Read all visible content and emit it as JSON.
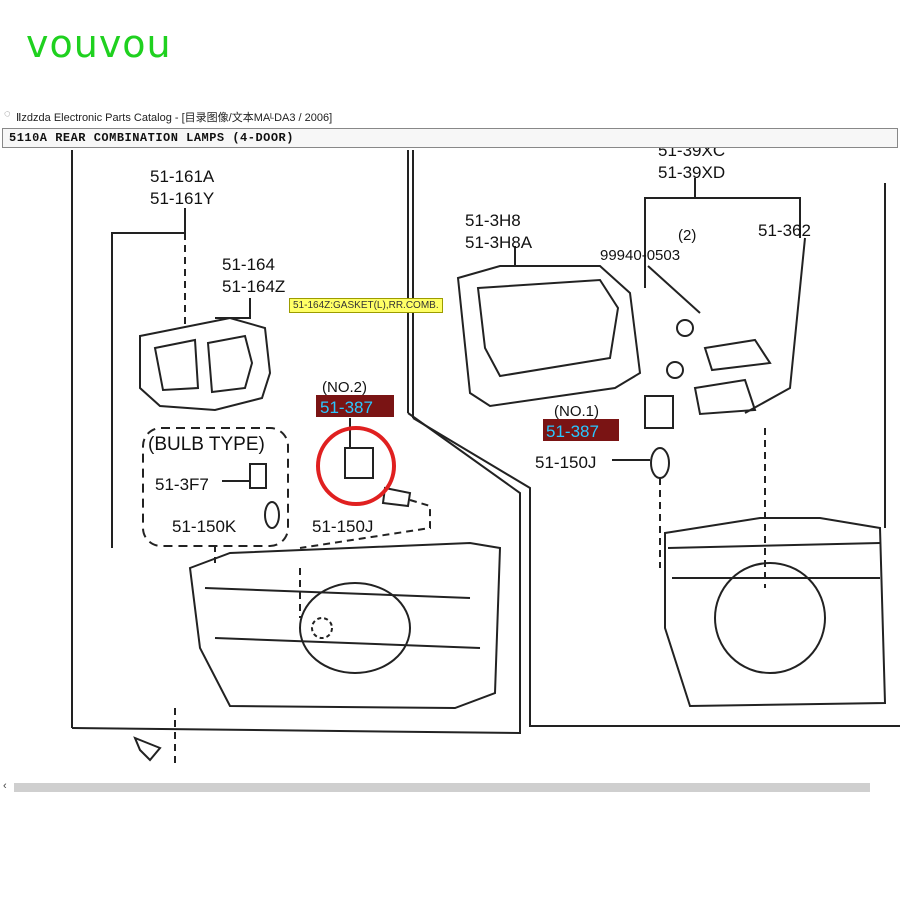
{
  "watermark": "vouvou",
  "window": {
    "title": "Ⅱzdzda Electronic Parts Catalog - [目录图像/文本MAᴸDA3 / 2006]",
    "icon": "window-icon"
  },
  "section_header": "5110A  REAR COMBINATION LAMPS (4-DOOR)",
  "tooltip": "51-164Z:GASKET(L),RR.COMB.",
  "labels": {
    "p161a": "51-161A",
    "p161y": "51-161Y",
    "p164": "51-164",
    "p164z": "51-164Z",
    "no2": "(NO.2)",
    "p387_left": "51-387",
    "bulb_type": "(BULB TYPE)",
    "p3f7": "51-3F7",
    "p150k": "51-150K",
    "p150j_left": "51-150J",
    "p39xc": "51-39XC",
    "p39xd": "51-39XD",
    "p3h8": "51-3H8",
    "p3h8a": "51-3H8A",
    "n2": "(2)",
    "p99940": "99940-0503",
    "p362": "51-362",
    "no1": "(NO.1)",
    "p387_right": "51-387",
    "p150j_right": "51-150J"
  },
  "colors": {
    "watermark": "#1fd11f",
    "highlight_bg": "#7a1414",
    "highlight_text": "#29c7ff",
    "tooltip_bg": "#ffff66",
    "circle": "#e02020"
  }
}
